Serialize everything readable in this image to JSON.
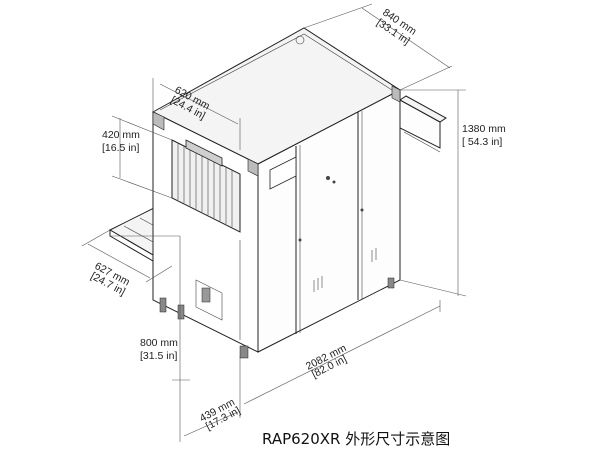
{
  "caption": "RAP620XR 外形尺寸示意图",
  "dimensions": {
    "width_total": {
      "mm": "840 mm",
      "in": "[33.1 in]"
    },
    "tunnel_width": {
      "mm": "620 mm",
      "in": "[24.4 in]"
    },
    "tunnel_height": {
      "mm": "420 mm",
      "in": "[16.5 in]"
    },
    "overall_height": {
      "mm": "1380 mm",
      "in": "[ 54.3 in]"
    },
    "conveyor_depth": {
      "mm": "627 mm",
      "in": "[24.7 in]"
    },
    "conveyor_height": {
      "mm": "800 mm",
      "in": "[31.5 in]"
    },
    "conveyor_extension": {
      "mm": "439 mm",
      "in": "[17.3 in]"
    },
    "overall_length": {
      "mm": "2082 mm",
      "in": "[82.0 in]"
    }
  }
}
